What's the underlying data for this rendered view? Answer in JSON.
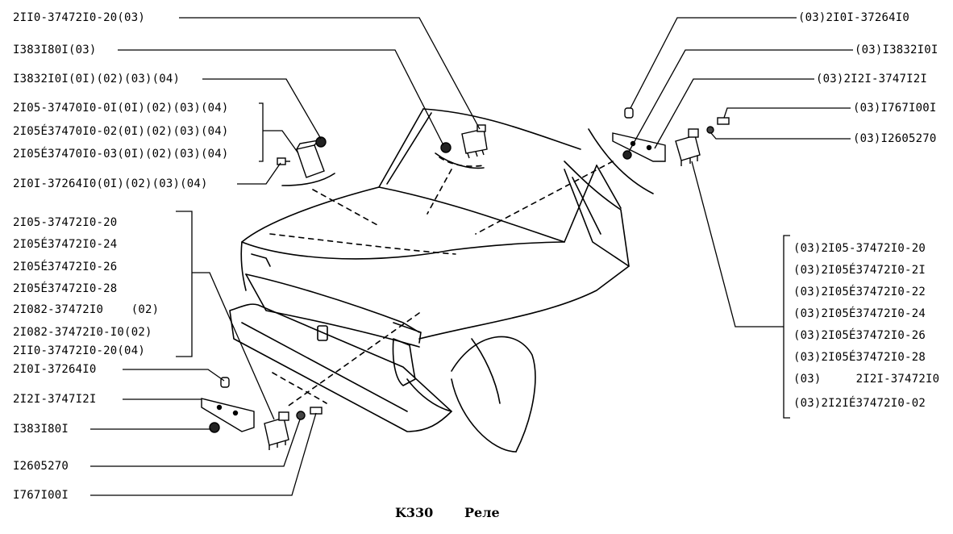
{
  "caption": {
    "code": "K330",
    "title": "Реле"
  },
  "labels_top_left": [
    "2II0-37472I0-20(03)",
    "I383I80I(03)",
    "I3832I0I(0I)(02)(03)(04)",
    "2I05-37470I0-0I(0I)(02)(03)(04)",
    "2I05É37470I0-02(0I)(02)(03)(04)",
    "2I05É37470I0-03(0I)(02)(03)(04)",
    "2I0I-37264I0(0I)(02)(03)(04)"
  ],
  "labels_mid_left": [
    "2I05-37472I0-20",
    "2I05É37472I0-24",
    "2I05É37472I0-26",
    "2I05É37472I0-28",
    "2I082-37472I0    (02)",
    "2I082-37472I0-I0(02)",
    "2II0-37472I0-20(04)"
  ],
  "labels_bottom_left": [
    "2I0I-37264I0",
    "2I2I-3747I2I",
    "I383I80I",
    "I2605270",
    "I767I00I"
  ],
  "labels_top_right": [
    "(03)2I0I-37264I0",
    "(03)I3832I0I",
    "(03)2I2I-3747I2I",
    "(03)I767I00I",
    "(03)I2605270"
  ],
  "labels_mid_right": [
    "(03)2I05-37472I0-20",
    "(03)2I05É37472I0-2I",
    "(03)2I05É37472I0-22",
    "(03)2I05É37472I0-24",
    "(03)2I05É37472I0-26",
    "(03)2I05É37472I0-28",
    "(03)     2I2I-37472I0",
    "(03)2I2IÉ37472I0-02"
  ]
}
